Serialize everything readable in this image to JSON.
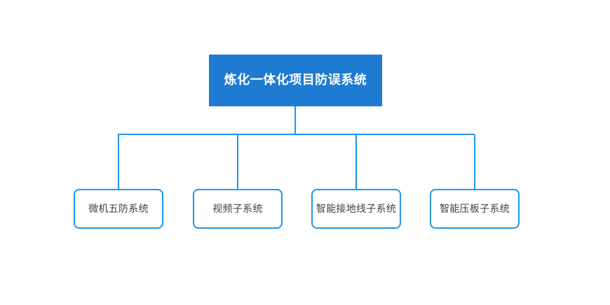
{
  "diagram": {
    "type": "organization-tree",
    "orientation": "top-down",
    "background_color": "#ffffff",
    "connector_color": "#2196e8",
    "root": {
      "label": "炼化一体化项目防误系统",
      "fill_color": "#1f7bd1",
      "text_color": "#ffffff"
    },
    "children": [
      {
        "label": "微机五防系统",
        "fill_color": "#ffffff",
        "border_color": "#2196e8",
        "text_color": "#3f3f3f"
      },
      {
        "label": "视频子系统",
        "fill_color": "#ffffff",
        "border_color": "#2196e8",
        "text_color": "#3f3f3f"
      },
      {
        "label": "智能接地线子系统",
        "fill_color": "#ffffff",
        "border_color": "#2196e8",
        "text_color": "#3f3f3f"
      },
      {
        "label": "智能压板子系统",
        "fill_color": "#ffffff",
        "border_color": "#2196e8",
        "text_color": "#3f3f3f"
      }
    ]
  }
}
